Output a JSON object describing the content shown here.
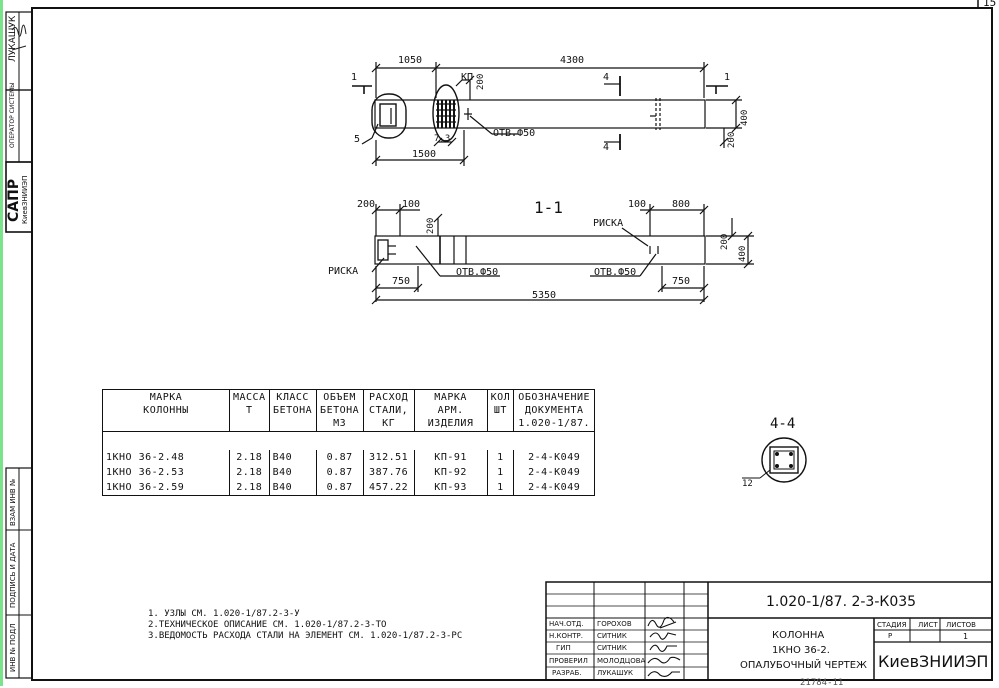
{
  "sheet_number": "15",
  "bottom_stamp": "21784-11",
  "margin": {
    "author_label": "ЛУКАШУК",
    "operator_label": "ОПЕРАТОР СИСТЕМЫ",
    "org_short": "САПР",
    "org_sub": "КиевЗНИИЭП",
    "inv_label": "ВЗАМ ИНВ №",
    "sign_label": "ПОДПИСЬ И ДАТА",
    "inv_orig_label": "ИНВ № ПОДЛ"
  },
  "plan_view": {
    "dim_1050": "1050",
    "dim_4300": "4300",
    "dim_1500": "1500",
    "dim_200_top": "200",
    "dim_400": "400",
    "dim_200_right": "200",
    "dim_7_3": "7,3",
    "label_kp": "КП",
    "label_hole": "ОТВ.Ф50",
    "callout_5": "5",
    "section_mark_1": "1",
    "section_mark_4": "4"
  },
  "section_view": {
    "title": "1-1",
    "dim_200": "200",
    "dim_100_left": "100",
    "dim_100_right": "100",
    "dim_800": "800",
    "dim_200_v": "200",
    "dim_750_left": "750",
    "dim_750_right": "750",
    "dim_5350": "5350",
    "dim_400": "400",
    "dim_200_r": "200",
    "label_risk_left": "РИСКА",
    "label_risk_right": "РИСКА",
    "label_hole_left": "ОТВ.Ф50",
    "label_hole_right": "ОТВ.Ф50"
  },
  "detail_44": {
    "title": "4-4",
    "callout": "12"
  },
  "spec_table": {
    "headers": [
      "МАРКА\nКОЛОННЫ",
      "МАССА\nТ",
      "КЛАСС\nБЕТОНА",
      "ОБЪЕМ\nБЕТОНА\nМ3",
      "РАСХОД\nСТАЛИ,\nКГ",
      "МАРКА\nАРМ.\nИЗДЕЛИЯ",
      "КОЛ\nШТ",
      "ОБОЗНАЧЕНИЕ\nДОКУМЕНТА\n1.020-1/87."
    ],
    "rows": [
      [
        "1КНО 36-2.48",
        "2.18",
        "В40",
        "0.87",
        "312.51",
        "КП-91",
        "1",
        "2-4-К049"
      ],
      [
        "1КНО 36-2.53",
        "2.18",
        "В40",
        "0.87",
        "387.76",
        "КП-92",
        "1",
        "2-4-К049"
      ],
      [
        "1КНО 36-2.59",
        "2.18",
        "В40",
        "0.87",
        "457.22",
        "КП-93",
        "1",
        "2-4-К049"
      ]
    ]
  },
  "notes": [
    "1. УЗЛЫ СМ. 1.020-1/87.2-3-У",
    "2.ТЕХНИЧЕСКОЕ ОПИСАНИЕ СМ. 1.020-1/87.2-3-ТО",
    "3.ВЕДОМОСТЬ РАСХОДА СТАЛИ НА ЭЛЕМЕНТ СМ. 1.020-1/87.2-3-РС"
  ],
  "title_block": {
    "doc_code": "1.020-1/87.  2-3-К035",
    "roles": [
      {
        "role": "НАЧ.ОТД.",
        "name": "ГОРОХОВ"
      },
      {
        "role": "Н.КОНТР.",
        "name": "СИТНИК"
      },
      {
        "role": "ГИП",
        "name": "СИТНИК"
      },
      {
        "role": "ПРОВЕРИЛ",
        "name": "МОЛОДЦОВА"
      },
      {
        "role": "РАЗРАБ.",
        "name": "ЛУКАШУК"
      }
    ],
    "title_line1": "КОЛОННА",
    "title_line2": "1КНО 36-2.",
    "title_line3": "ОПАЛУБОЧНЫЙ ЧЕРТЕЖ",
    "stage_header": "СТАДИЯ",
    "sheet_header": "ЛИСТ",
    "sheets_header": "ЛИСТОВ",
    "stage_value": "Р",
    "sheet_value": "",
    "sheets_value": "1",
    "org": "КиевЗНИИЭП"
  }
}
